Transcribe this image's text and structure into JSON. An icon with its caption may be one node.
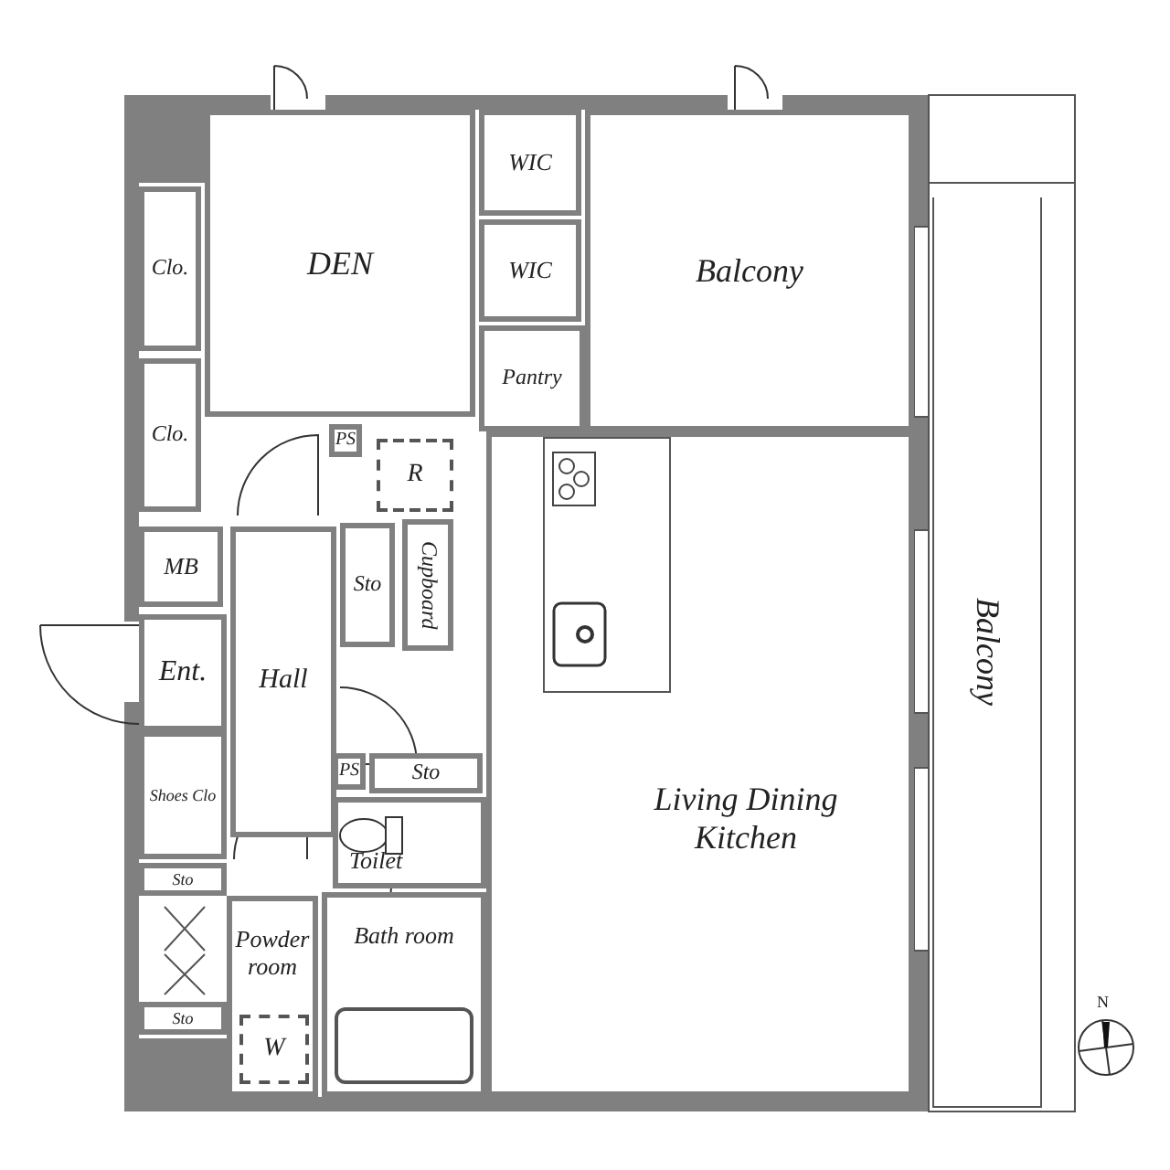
{
  "diagram": {
    "nodes": [
      {
        "text": [
          "DEN"
        ]
      },
      {
        "text": [
          "Clo."
        ]
      },
      {
        "text": [
          "Clo."
        ]
      },
      {
        "text": [
          "WIC"
        ]
      },
      {
        "text": [
          "WIC"
        ]
      },
      {
        "text": [
          "Balcony"
        ]
      },
      {
        "text": [
          "Pantry"
        ]
      },
      {
        "text": [
          "PS"
        ]
      },
      {
        "text": [
          "R"
        ]
      },
      {
        "text": [
          "MB"
        ]
      },
      {
        "text": [
          "Sto"
        ]
      },
      {
        "text": [
          "Cupboard"
        ]
      },
      {
        "text": [
          "Ent."
        ]
      },
      {
        "text": [
          "Hall"
        ]
      },
      {
        "text": [
          "Living Dining Kitchen"
        ]
      },
      {
        "text": [
          "Balcony"
        ]
      },
      {
        "text": [
          "PS"
        ]
      },
      {
        "text": [
          "Sto"
        ]
      },
      {
        "text": [
          "Shoes Clo"
        ]
      },
      {
        "text": [
          "Toilet"
        ]
      },
      {
        "text": [
          "Sto"
        ]
      },
      {
        "text": [
          "Powder room"
        ]
      },
      {
        "text": [
          "Bath room"
        ]
      },
      {
        "text": [
          "Sto"
        ]
      },
      {
        "text": [
          "W"
        ],
        "in": 21
      }
    ],
    "labels": [
      "N"
    ]
  }
}
